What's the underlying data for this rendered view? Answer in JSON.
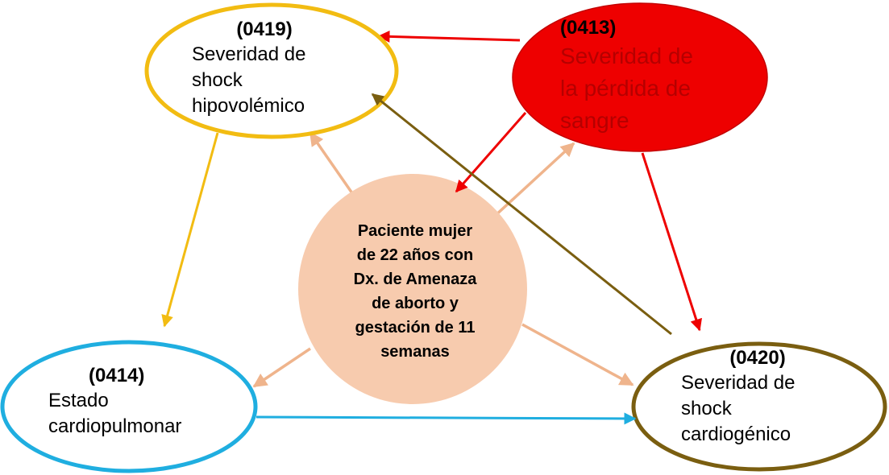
{
  "colors": {
    "yellow": "#F2BC12",
    "red": "#EE0000",
    "blue": "#1FAEE0",
    "olive": "#7A5E10",
    "peach": "#F7CBAE",
    "peach_arrow": "#EFB48C"
  },
  "nodes": {
    "n0419": {
      "code": "(0419)",
      "lines": [
        "Severidad de",
        "shock",
        "hipovolémico"
      ]
    },
    "n0413": {
      "code": "(0413)",
      "lines": [
        "Severidad de",
        "la pérdida de",
        "sangre"
      ]
    },
    "n0414": {
      "code": "(0414)",
      "lines": [
        "Estado",
        "cardiopulmonar"
      ]
    },
    "n0420": {
      "code": "(0420)",
      "lines": [
        "Severidad de",
        "shock",
        "cardiogénico"
      ]
    },
    "center": {
      "lines": [
        "Paciente mujer",
        "de 22 años con",
        "Dx. de Amenaza",
        "de aborto y",
        "gestación de 11",
        "semanas"
      ]
    }
  },
  "edges": [
    {
      "from": "0413",
      "to": "0419",
      "color": "red"
    },
    {
      "from": "0413",
      "to": "center",
      "color": "red"
    },
    {
      "from": "0413",
      "to": "0420",
      "color": "red"
    },
    {
      "from": "0420",
      "to": "0419",
      "color": "olive"
    },
    {
      "from": "0419",
      "to": "0414",
      "color": "yellow"
    },
    {
      "from": "0414",
      "to": "0420",
      "color": "blue"
    },
    {
      "from": "center",
      "to": "0419",
      "color": "peach_arrow"
    },
    {
      "from": "center",
      "to": "0413",
      "color": "peach_arrow"
    },
    {
      "from": "center",
      "to": "0414",
      "color": "peach_arrow"
    },
    {
      "from": "center",
      "to": "0420",
      "color": "peach_arrow"
    }
  ]
}
